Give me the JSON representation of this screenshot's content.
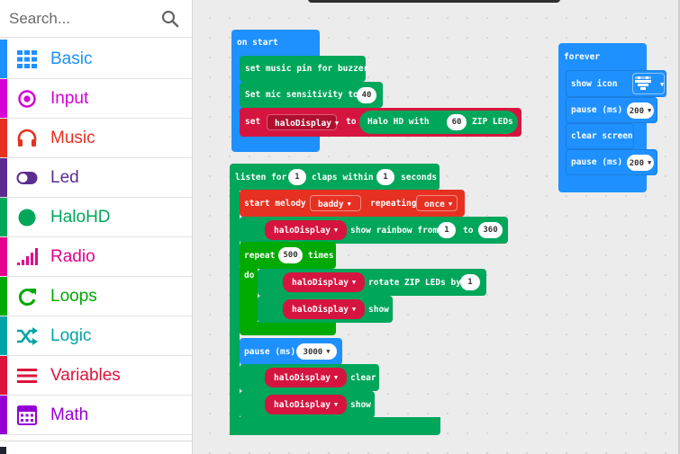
{
  "search": {
    "placeholder": "Search..."
  },
  "categories": [
    {
      "label": "Basic",
      "color": "#1E90FF",
      "icon": "grid-icon"
    },
    {
      "label": "Input",
      "color": "#D400D4",
      "icon": "target-icon"
    },
    {
      "label": "Music",
      "color": "#E63022",
      "icon": "headphones-icon"
    },
    {
      "label": "Led",
      "color": "#5C2D91",
      "icon": "toggle-icon"
    },
    {
      "label": "HaloHD",
      "color": "#00A65A",
      "icon": "circle-icon"
    },
    {
      "label": "Radio",
      "color": "#E3008C",
      "icon": "signal-icon"
    },
    {
      "label": "Loops",
      "color": "#00AA00",
      "icon": "refresh-icon"
    },
    {
      "label": "Logic",
      "color": "#00A4A6",
      "icon": "shuffle-icon"
    },
    {
      "label": "Variables",
      "color": "#DC143C",
      "icon": "list-icon"
    },
    {
      "label": "Math",
      "color": "#9400D3",
      "icon": "calculator-icon"
    }
  ],
  "colors": {
    "basic": "#1E90FF",
    "halohd": "#00A65A",
    "music": "#E63022",
    "loops": "#00AA00",
    "variable": "#D5153F"
  },
  "blocks": {
    "on_start": {
      "title": "on start",
      "music_pin": "set music pin for buzzer",
      "mic_sensitivity": "Set mic sensitivity to",
      "mic_value": "40",
      "set_label": "set",
      "variable": "haloDisplay",
      "to_label": "to",
      "halo_hd_with": "Halo HD with",
      "zip_leds_count": "60",
      "zip_leds_label": "ZIP LEDs"
    },
    "listen": {
      "listen_for": "listen for",
      "claps": "1",
      "claps_within": "claps within",
      "seconds_value": "1",
      "seconds_label": "seconds",
      "start_melody": "start melody",
      "melody": "baddy",
      "repeating": "repeating",
      "repeat_mode": "once",
      "variable": "haloDisplay",
      "show_rainbow_from": "show rainbow from",
      "rainbow_from": "1",
      "to_label": "to",
      "rainbow_to": "360",
      "repeat_label": "repeat",
      "repeat_times": "500",
      "times_label": "times",
      "do_label": "do",
      "rotate_label": "rotate ZIP LEDs by",
      "rotate_by": "1",
      "show_label": "show",
      "pause_label": "pause (ms)",
      "pause_value": "3000",
      "clear_label": "clear"
    },
    "forever": {
      "title": "forever",
      "show_icon": "show icon",
      "icon": "heart-icon",
      "pause_label": "pause (ms)",
      "pause1": "200",
      "clear_screen": "clear screen",
      "pause2": "200"
    }
  }
}
